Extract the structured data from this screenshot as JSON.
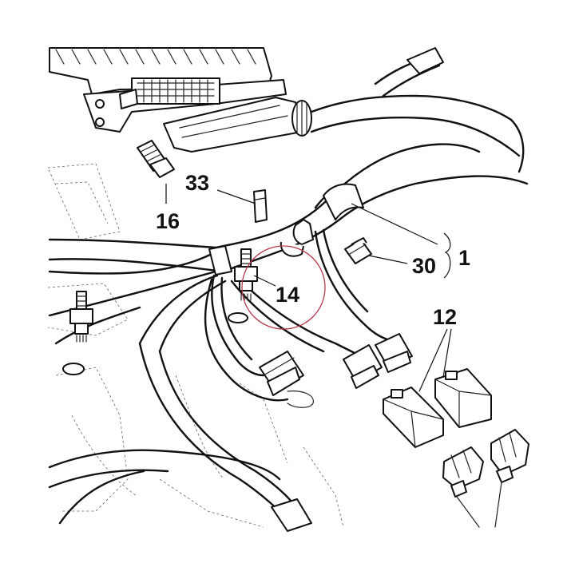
{
  "diagram": {
    "callouts": {
      "c33": "33",
      "c16": "16",
      "c14": "14",
      "c30": "30",
      "c1": "1",
      "c12": "12"
    },
    "highlight_color": "#b5394a"
  }
}
